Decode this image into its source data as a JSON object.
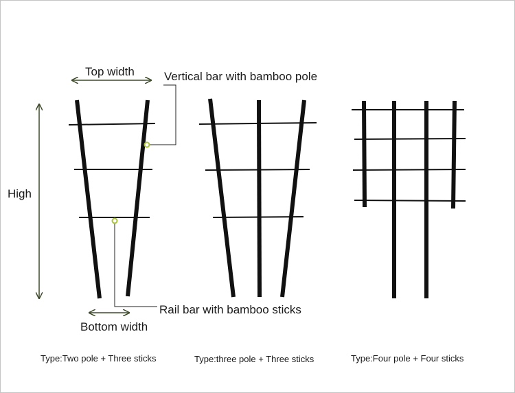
{
  "dimensions": {
    "top_width": "Top width",
    "bottom_width": "Bottom width",
    "height": "High"
  },
  "callouts": {
    "vertical_bar": "Vertical bar with bamboo pole",
    "rail_bar": "Rail bar with bamboo sticks"
  },
  "types": [
    "Type:Two pole + Three sticks",
    "Type:three pole + Three sticks",
    "Type:Four pole + Four sticks"
  ],
  "colors": {
    "bar": "#111111",
    "arrow": "#3d4a2a",
    "callout_dot": "#a8c23a",
    "frame": "#c4c4c4"
  }
}
